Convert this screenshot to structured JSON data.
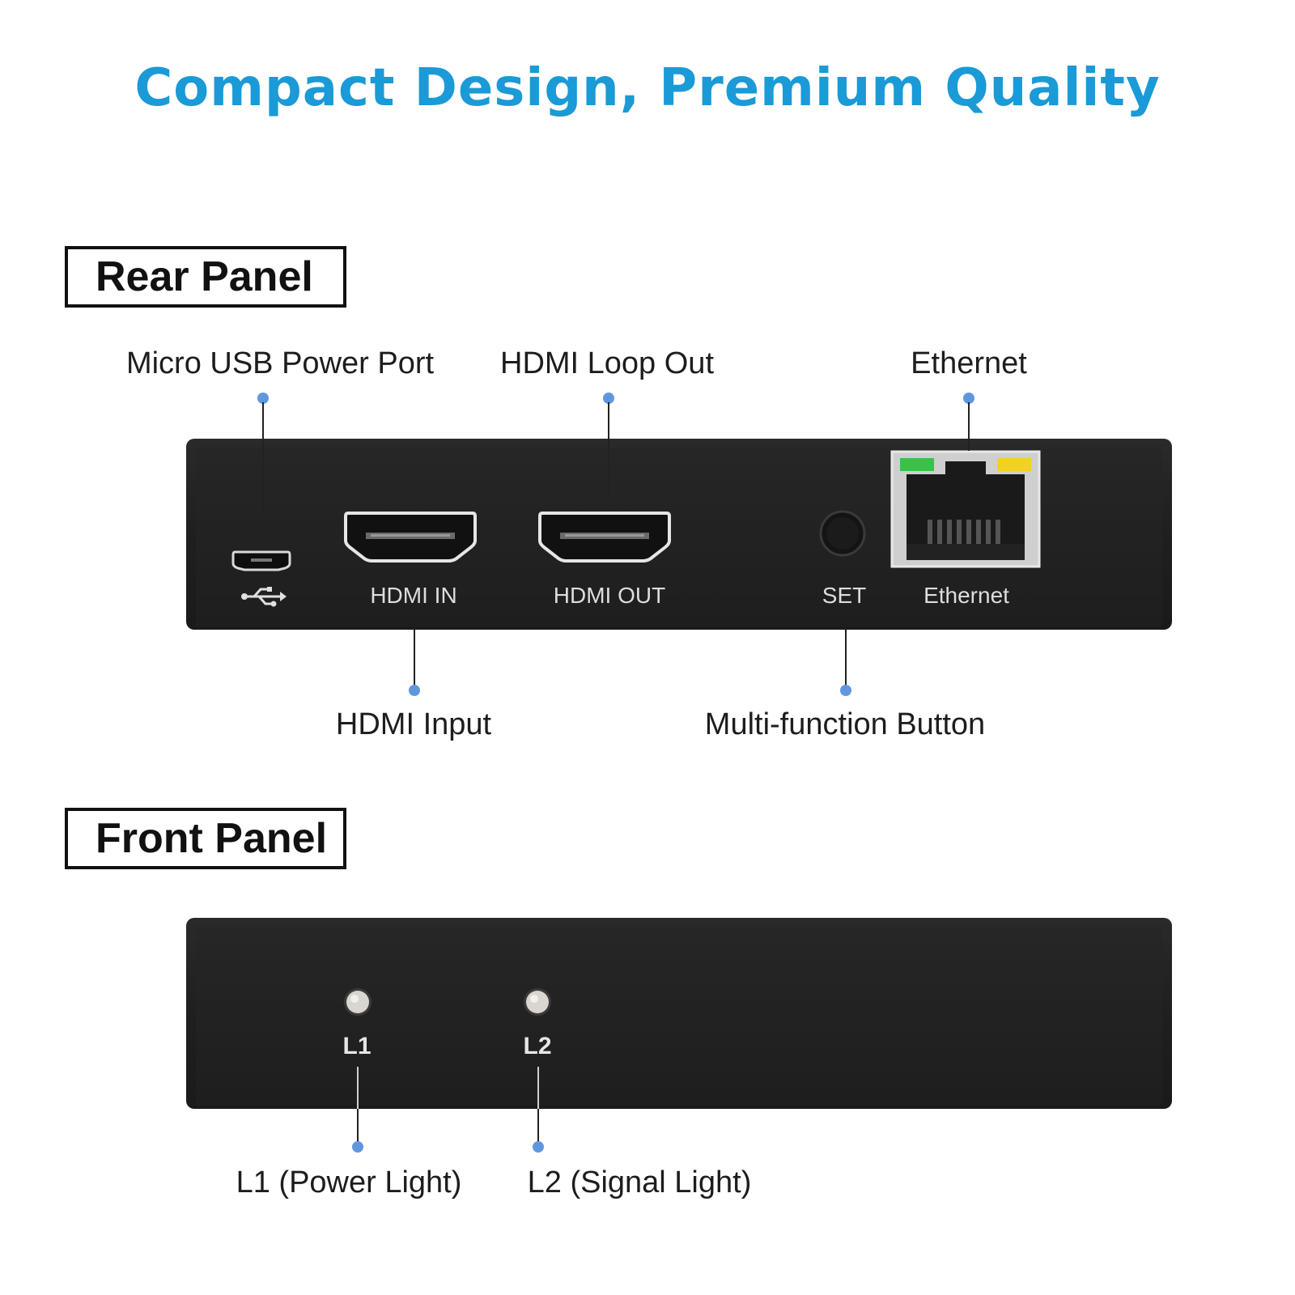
{
  "headline": "Compact Design, Premium Quality",
  "colors": {
    "headline": "#1a9ad6",
    "callout_dot": "#5f97df",
    "device_body": "#1f1f1f",
    "led_green": "#39c24a",
    "led_yellow": "#f2d21e"
  },
  "rear_panel": {
    "title": "Rear Panel",
    "callouts_top": {
      "usb": "Micro USB Power Port",
      "hdmi_loop": "HDMI Loop Out",
      "ethernet": "Ethernet"
    },
    "callouts_bottom": {
      "hdmi_input": "HDMI Input",
      "multi_button": "Multi-function Button"
    },
    "device_labels": {
      "usb_icon": "usb-icon",
      "hdmi_in": "HDMI IN",
      "hdmi_out": "HDMI OUT",
      "set": "SET",
      "ethernet": "Ethernet"
    }
  },
  "front_panel": {
    "title": "Front Panel",
    "led_labels": {
      "l1": "L1",
      "l2": "L2"
    },
    "callouts": {
      "l1": "L1 (Power Light)",
      "l2": "L2 (Signal Light)"
    }
  }
}
